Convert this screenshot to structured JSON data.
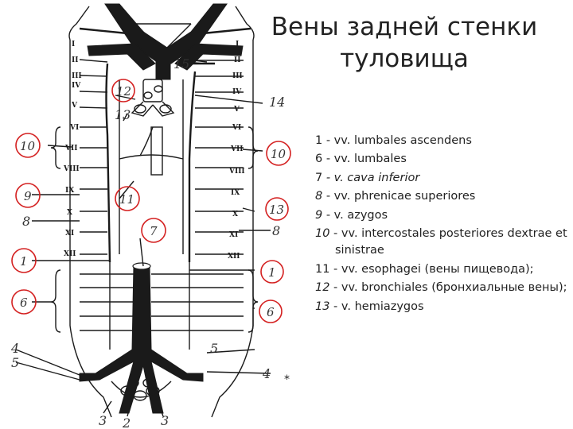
{
  "title": {
    "line1": "Вены задней стенки",
    "line2": "туловища"
  },
  "legend": [
    {
      "num": "1",
      "text": " - vv. lumbales ascendens",
      "italic": false
    },
    {
      "num": "6",
      "text": " - vv. lumbales",
      "italic": false
    },
    {
      "num": "7",
      "text": " - v. cava  inferior",
      "italic": true
    },
    {
      "num": "8",
      "text": "  -  vv. phrenicae superiores",
      "italic": true
    },
    {
      "num": "9",
      "text": " - v. azygos",
      "italic": true
    },
    {
      "num": "10",
      "text": " - vv. intercostales posteriores dextrae et",
      "italic": true
    },
    {
      "num": "",
      "text": "sinistrae",
      "italic": false
    },
    {
      "num": "11",
      "text": "  -  vv. esophagei (вены пищевода);",
      "italic": false
    },
    {
      "num": "12",
      "text": " -  vv. bronchiales (бронхиальные вены);",
      "italic": true
    },
    {
      "num": "13",
      "text": " - v. hemiazygos",
      "italic": true
    }
  ],
  "diagram": {
    "roman_left": [
      "I",
      "II",
      "III",
      "IV",
      "V",
      "VI",
      "VII",
      "VIII",
      "IX",
      "X",
      "XI",
      "XII"
    ],
    "roman_right": [
      "I",
      "II",
      "III",
      "IV",
      "V",
      "VI",
      "VII",
      "VIII",
      "IX",
      "X",
      "XI",
      "XII"
    ],
    "circled_labels": [
      "12",
      "10",
      "9",
      "11",
      "7",
      "1",
      "6",
      "10",
      "13",
      "1",
      "6"
    ],
    "plain_labels": [
      "15",
      "13",
      "14",
      "8",
      "8",
      "4",
      "5",
      "5",
      "4",
      "3",
      "2",
      "3"
    ],
    "star": "*"
  },
  "colors": {
    "circle": "#d42020",
    "ink": "#1a1a1a"
  }
}
